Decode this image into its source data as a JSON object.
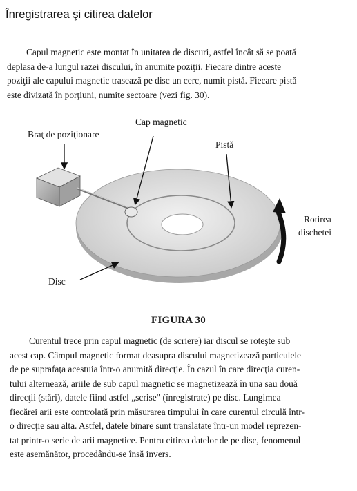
{
  "heading": "Înregistrarea şi citirea datelor",
  "paragraph1": [
    "Capul magnetic este montat în unitatea de discuri, astfel încât să se poată",
    "deplasa de-a lungul razei discului, în anumite poziţii. Fiecare dintre aceste",
    "poziţii ale capului magnetic trasează pe disc un cerc, numit pistă. Fiecare pistă",
    "este divizată în porţiuni, numite sectoare (vezi fig. 30)."
  ],
  "figure": {
    "labels": {
      "arm": "Braţ de poziţionare",
      "head": "Cap magnetic",
      "track": "Pistă",
      "rotation_line1": "Rotirea",
      "rotation_line2": "dischetei",
      "disc": "Disc"
    },
    "caption": "FIGURA 30"
  },
  "paragraph2": [
    "Curentul trece prin capul magnetic (de scriere) iar discul se roteşte sub",
    "acest cap. Câmpul magnetic format deasupra discului magnetizează particulele",
    "de pe suprafaţa acestuia într-o anumită direcţie. În cazul în care direcţia curen-",
    "tului alternează, ariile de sub capul magnetic se magnetizează în una sau două",
    "direcţii (stări), datele fiind astfel „scrise\" (înregistrate) pe disc. Lungimea",
    "fiecărei arii este controlată prin măsurarea timpului în care curentul circulă într-",
    "o direcţie sau alta. Astfel, datele binare sunt translatate într-un model reprezen-",
    "tat printr-o serie de arii magnetice. Pentru citirea datelor de pe disc, fenomenul",
    "este asemănător, procedându-se însă invers."
  ]
}
